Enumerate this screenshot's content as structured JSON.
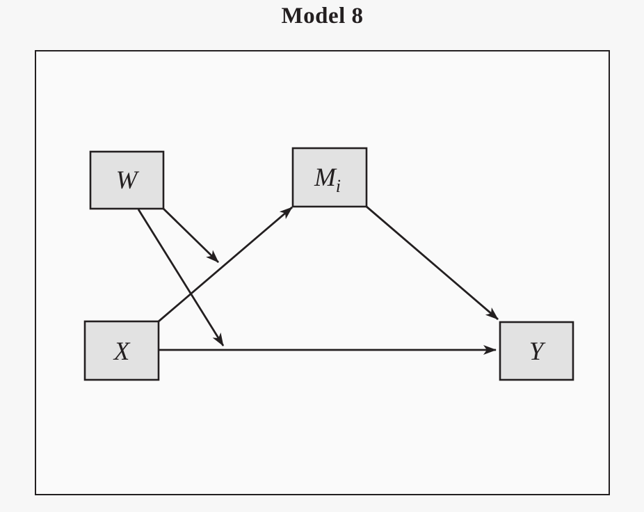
{
  "title": "Model 8",
  "diagram": {
    "nodes": {
      "w": {
        "label": "W"
      },
      "m": {
        "label": "M",
        "subscript": "i"
      },
      "x": {
        "label": "X"
      },
      "y": {
        "label": "Y"
      }
    },
    "edges": [
      {
        "from": "X",
        "to": "Mi",
        "kind": "direct"
      },
      {
        "from": "Mi",
        "to": "Y",
        "kind": "direct"
      },
      {
        "from": "X",
        "to": "Y",
        "kind": "direct"
      },
      {
        "from": "W",
        "to": "X-Mi path",
        "kind": "moderation"
      },
      {
        "from": "W",
        "to": "X-Y path",
        "kind": "moderation"
      }
    ],
    "colors": {
      "page_background": "#f7f7f7",
      "frame_background": "#fafafa",
      "node_fill": "#e2e2e2",
      "ink": "#231f20"
    }
  }
}
